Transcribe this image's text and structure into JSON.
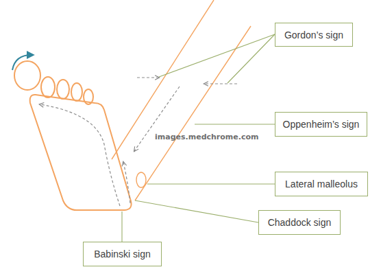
{
  "diagram": {
    "nodes": [
      {
        "text": [
          "Gordon’s sign"
        ]
      },
      {
        "text": [
          "Oppenheim’s sign"
        ]
      },
      {
        "text": [
          "Lateral malleolus"
        ]
      },
      {
        "text": [
          "Chaddock sign"
        ]
      },
      {
        "text": [
          "Babinski sign"
        ]
      }
    ],
    "labels": [
      "images.medchrome.com"
    ]
  }
}
